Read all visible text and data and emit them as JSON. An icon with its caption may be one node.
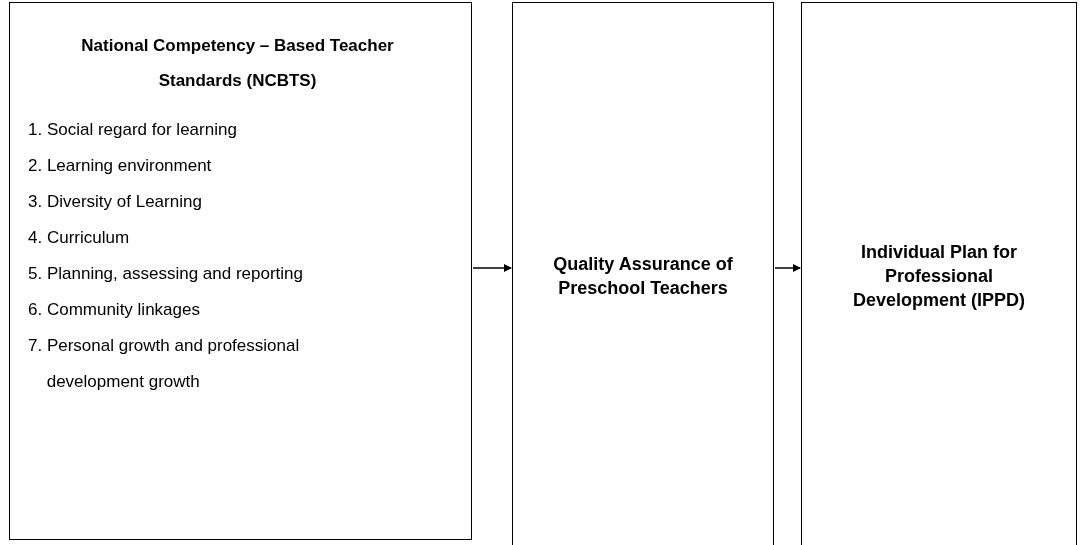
{
  "diagram": {
    "nodes": [
      {
        "text": [
          "National Competency – Based Teacher Standards (NCBTS)",
          "1. Social regard for learning",
          "2. Learning environment",
          "3. Diversity of Learning",
          "4. Curriculum",
          "5. Planning, assessing and reporting",
          "6. Community linkages",
          "7. Personal growth and professional development growth"
        ]
      },
      {
        "text": [
          "Quality Assurance of Preschool Teachers"
        ]
      },
      {
        "text": [
          "Individual Plan for Professional Development (IPPD)"
        ]
      }
    ],
    "edges": [
      {
        "from": 0,
        "to": 1,
        "arrow": "to"
      },
      {
        "from": 1,
        "to": 2,
        "arrow": "to"
      }
    ]
  }
}
